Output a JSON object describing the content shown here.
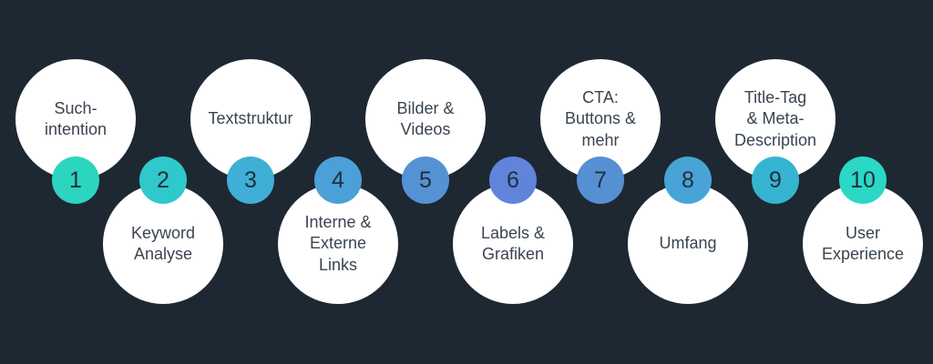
{
  "colors": {
    "background": "#1E2833",
    "label_text": "#3A4450",
    "number_text": "#232E3A",
    "circle_fill": "#FFFFFF"
  },
  "items": [
    {
      "number": "1",
      "label": "Such-\nintention",
      "badge_color": "#2BD5BE"
    },
    {
      "number": "2",
      "label": "Keyword\nAnalyse",
      "badge_color": "#2FC9CB"
    },
    {
      "number": "3",
      "label": "Textstruktur",
      "badge_color": "#3FAFD6"
    },
    {
      "number": "4",
      "label": "Interne &\nExterne\nLinks",
      "badge_color": "#4BA0D8"
    },
    {
      "number": "5",
      "label": "Bilder &\nVideos",
      "badge_color": "#5592D4"
    },
    {
      "number": "6",
      "label": "Labels &\nGrafiken",
      "badge_color": "#6084DA"
    },
    {
      "number": "7",
      "label": "CTA:\nButtons &\nmehr",
      "badge_color": "#5590D2"
    },
    {
      "number": "8",
      "label": "Umfang",
      "badge_color": "#48A4D7"
    },
    {
      "number": "9",
      "label": "Title-Tag\n& Meta-\nDescription",
      "badge_color": "#35B4D1"
    },
    {
      "number": "10",
      "label": "User\nExperience",
      "badge_color": "#2BD8C5"
    }
  ]
}
